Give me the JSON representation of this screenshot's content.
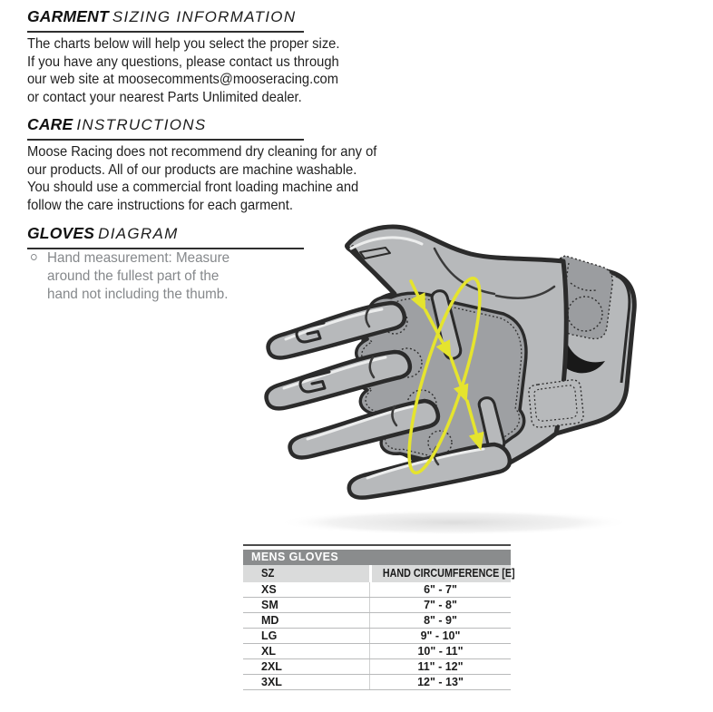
{
  "sections": [
    {
      "title_bold": "GARMENT",
      "title_rest": "SIZING INFORMATION",
      "lines": [
        "The charts below will help you select the proper size.",
        "If you have any questions, please contact us through",
        "our web site at moosecomments@mooseracing.com",
        "or contact your nearest Parts Unlimited dealer."
      ]
    },
    {
      "title_bold": "CARE",
      "title_rest": "INSTRUCTIONS",
      "lines": [
        "Moose Racing does not recommend dry cleaning for any of",
        "our products. All of our products are machine washable.",
        "You should use a commercial front loading machine and",
        "follow the care instructions for each garment."
      ]
    },
    {
      "title_bold": "GLOVES",
      "title_rest": "DIAGRAM",
      "bullet": {
        "lines": [
          "Hand measurement: Measure",
          "around the fullest part of the",
          "hand not including the thumb."
        ]
      }
    }
  ],
  "diagram": {
    "label": "Palm view of glove with hand circumference measurement arrows",
    "colors": {
      "glove_light": "#b7b9bb",
      "pad_gray": "#9ea0a3",
      "strap_gray": "#9b9da0",
      "outline": "#2b2b2b",
      "black": "#191919",
      "accent_yellow": "#e5e42e"
    }
  },
  "table": {
    "title": "MENS GLOVES",
    "col_headers": [
      "SZ",
      "HAND CIRCUMFERENCE [E]"
    ],
    "rows": [
      {
        "size": "XS",
        "range": "6\" - 7\""
      },
      {
        "size": "SM",
        "range": "7\" - 8\""
      },
      {
        "size": "MD",
        "range": "8\" - 9\""
      },
      {
        "size": "LG",
        "range": "9\" - 10\""
      },
      {
        "size": "XL",
        "range": "10\" - 11\""
      },
      {
        "size": "2XL",
        "range": "11\" - 12\""
      },
      {
        "size": "3XL",
        "range": "12\" - 13\""
      }
    ]
  }
}
